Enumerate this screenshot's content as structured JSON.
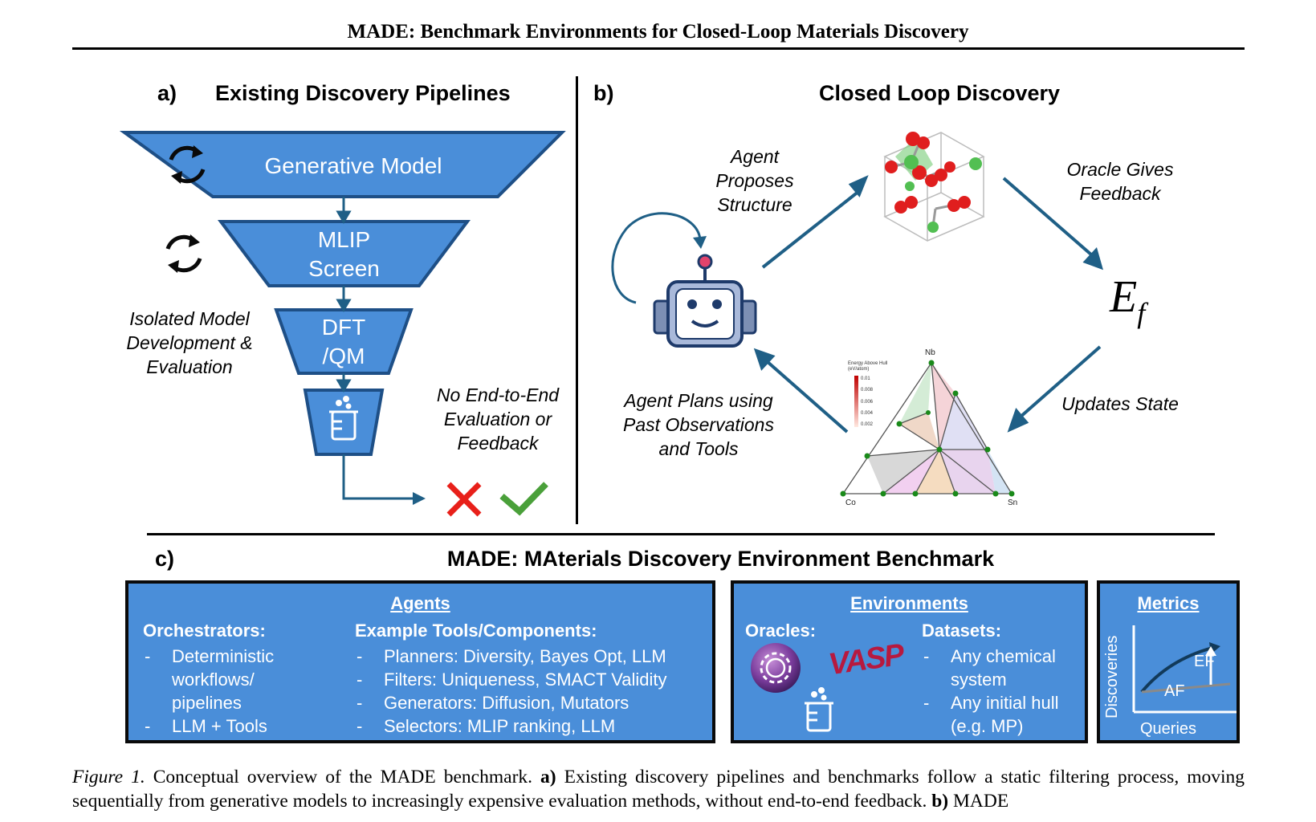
{
  "header": {
    "title": "MADE: Benchmark Environments for Closed-Loop Materials Discovery"
  },
  "panel_a": {
    "letter": "a)",
    "title": "Existing Discovery Pipelines",
    "funnel": [
      "Generative Model",
      "MLIP\nScreen",
      "DFT\n/QM"
    ],
    "isolated_label": [
      "Isolated Model",
      "Development &",
      "Evaluation"
    ],
    "no_feedback_label": [
      "No End-to-End",
      "Evaluation or",
      "Feedback"
    ],
    "icons": {
      "cycle": "cycle-arrows-icon",
      "lab": "beaker-icon",
      "fail": "red-cross-icon",
      "pass": "green-check-icon"
    },
    "colors": {
      "funnel": "#4a8ed9",
      "arrow": "#1f5f86",
      "fail": "#e8201a",
      "pass": "#4aa03a"
    }
  },
  "panel_b": {
    "letter": "b)",
    "title": "Closed Loop Discovery",
    "agent_proposes": [
      "Agent",
      "Proposes",
      "Structure"
    ],
    "oracle_feedback": [
      "Oracle Gives",
      "Feedback"
    ],
    "updates_state": "Updates State",
    "agent_plans": [
      "Agent Plans using",
      "Past Observations",
      "and Tools"
    ],
    "energy_symbol": {
      "base": "E",
      "sub": "f"
    },
    "phase_diagram": {
      "vertices": [
        "Nb",
        "Co",
        "Sn"
      ],
      "colorbar_title": [
        "Energy Above Hull",
        "(eV/atom)"
      ],
      "colorbar_ticks": [
        "0.01",
        "0.008",
        "0.006",
        "0.004",
        "0.002"
      ]
    },
    "icons": {
      "agent": "robot-icon",
      "structure": "crystal-structure-icon",
      "hull": "ternary-phase-diagram-icon"
    }
  },
  "panel_c": {
    "letter": "c)",
    "title": "MADE: MAterials Discovery Environment Benchmark",
    "agents": {
      "title": "Agents",
      "orchestrators_label": "Orchestrators:",
      "orchestrators": [
        "Deterministic workflows/ pipelines",
        "LLM + Tools"
      ],
      "tools_label": "Example Tools/Components:",
      "tools": [
        "Planners: Diversity, Bayes Opt, LLM",
        "Filters: Uniqueness, SMACT Validity",
        "Generators: Diffusion, Mutators",
        "Selectors: MLIP ranking, LLM"
      ]
    },
    "environments": {
      "title": "Environments",
      "oracles_label": "Oracles:",
      "vasp_logo": "VASP",
      "datasets_label": "Datasets:",
      "datasets": [
        "Any chemical system",
        "Any initial hull (e.g. MP)"
      ]
    },
    "metrics": {
      "title": "Metrics",
      "y_label": "Discoveries",
      "x_label": "Queries",
      "curve_labels": [
        "EF",
        "AF"
      ]
    },
    "colors": {
      "box": "#4a8ed9",
      "border": "#0a0a0a"
    }
  },
  "caption": {
    "fig_label": "Figure 1.",
    "text": "Conceptual overview of the MADE benchmark.",
    "a_label": "a)",
    "a_text": "Existing discovery pipelines and benchmarks follow a static filtering process, moving sequentially from generative models to increasingly expensive evaluation methods, without end-to-end feedback.",
    "b_label": "b)",
    "b_text": "MADE"
  }
}
